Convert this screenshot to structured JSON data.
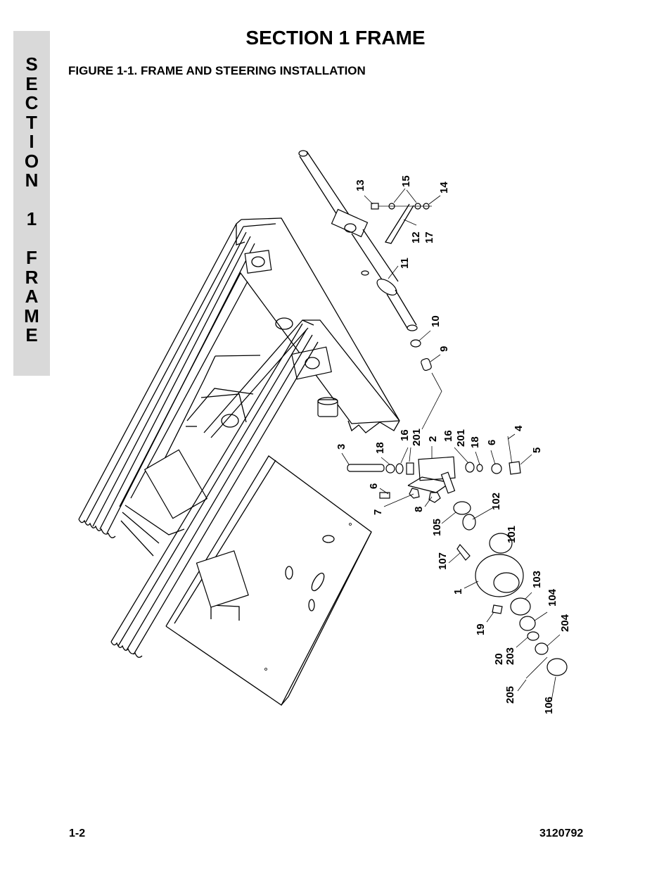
{
  "side_tab": {
    "letters": [
      "S",
      "E",
      "C",
      "T",
      "I",
      "O",
      "N",
      "",
      "1",
      "",
      "F",
      "R",
      "A",
      "M",
      "E"
    ]
  },
  "header": {
    "title": "SECTION 1  FRAME"
  },
  "figure": {
    "caption": "FIGURE 1-1.    FRAME AND STEERING INSTALLATION",
    "callouts": {
      "c13": "13",
      "c15": "15",
      "c14": "14",
      "c12": "12",
      "c17": "17",
      "c11": "11",
      "c10": "10",
      "c9": "9",
      "c4": "4",
      "c5": "5",
      "c3": "3",
      "c18a": "18",
      "c16a": "16",
      "c201a": "201",
      "c2": "2",
      "c16b": "16",
      "c201b": "201",
      "c18b": "18",
      "c6a": "6",
      "c6b": "6",
      "c7": "7",
      "c8": "8",
      "c105": "105",
      "c102": "102",
      "c101": "101",
      "c107": "107",
      "c1": "1",
      "c103": "103",
      "c104": "104",
      "c19": "19",
      "c204": "204",
      "c20": "20",
      "c203": "203",
      "c205": "205",
      "c106": "106"
    }
  },
  "footer": {
    "page": "1-2",
    "doc_number": "3120792"
  }
}
